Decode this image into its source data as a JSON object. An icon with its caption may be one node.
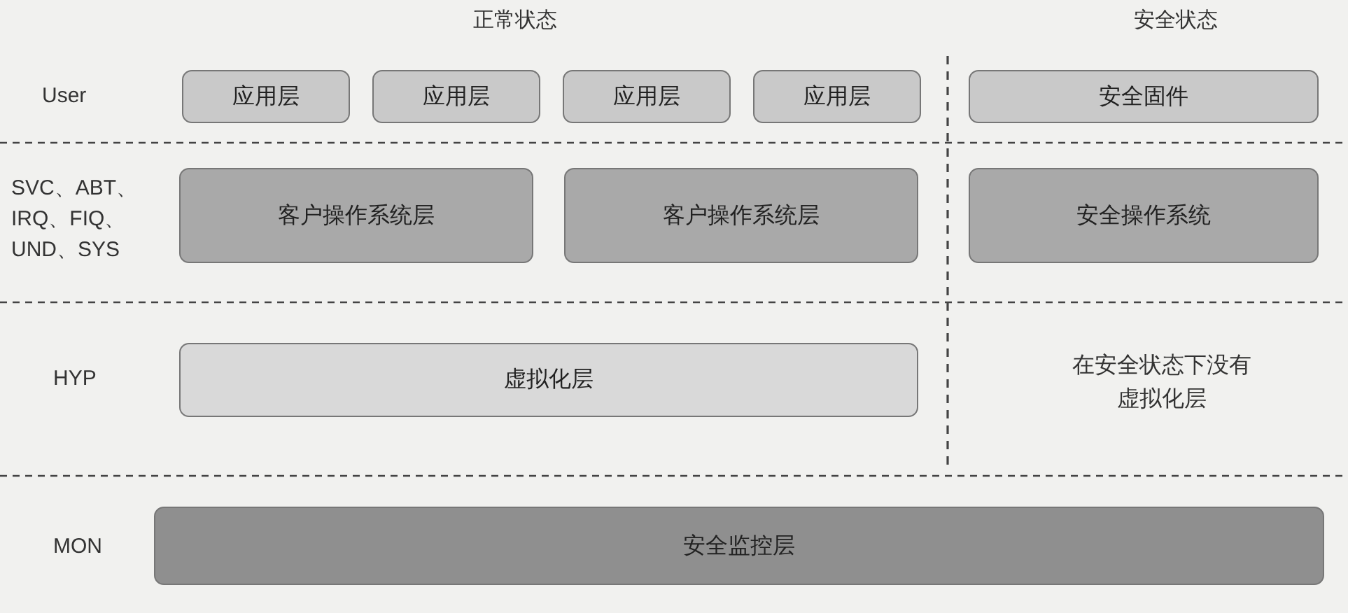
{
  "diagram": {
    "nodes": [
      {
        "text": [
          "应用层"
        ]
      },
      {
        "text": [
          "应用层"
        ]
      },
      {
        "text": [
          "应用层"
        ]
      },
      {
        "text": [
          "应用层"
        ]
      },
      {
        "text": [
          "安全固件"
        ]
      },
      {
        "text": [
          "客户操作系统层"
        ]
      },
      {
        "text": [
          "客户操作系统层"
        ]
      },
      {
        "text": [
          "安全操作系统"
        ]
      },
      {
        "text": [
          "虚拟化层"
        ]
      },
      {
        "text": [
          "安全监控层"
        ]
      }
    ],
    "labels": [
      "正常状态",
      "安全状态",
      "User",
      "SVC、ABT、IRQ、FIQ、UND、SYS",
      "HYP",
      "MON",
      "在安全状态下没有虚拟化层"
    ]
  }
}
